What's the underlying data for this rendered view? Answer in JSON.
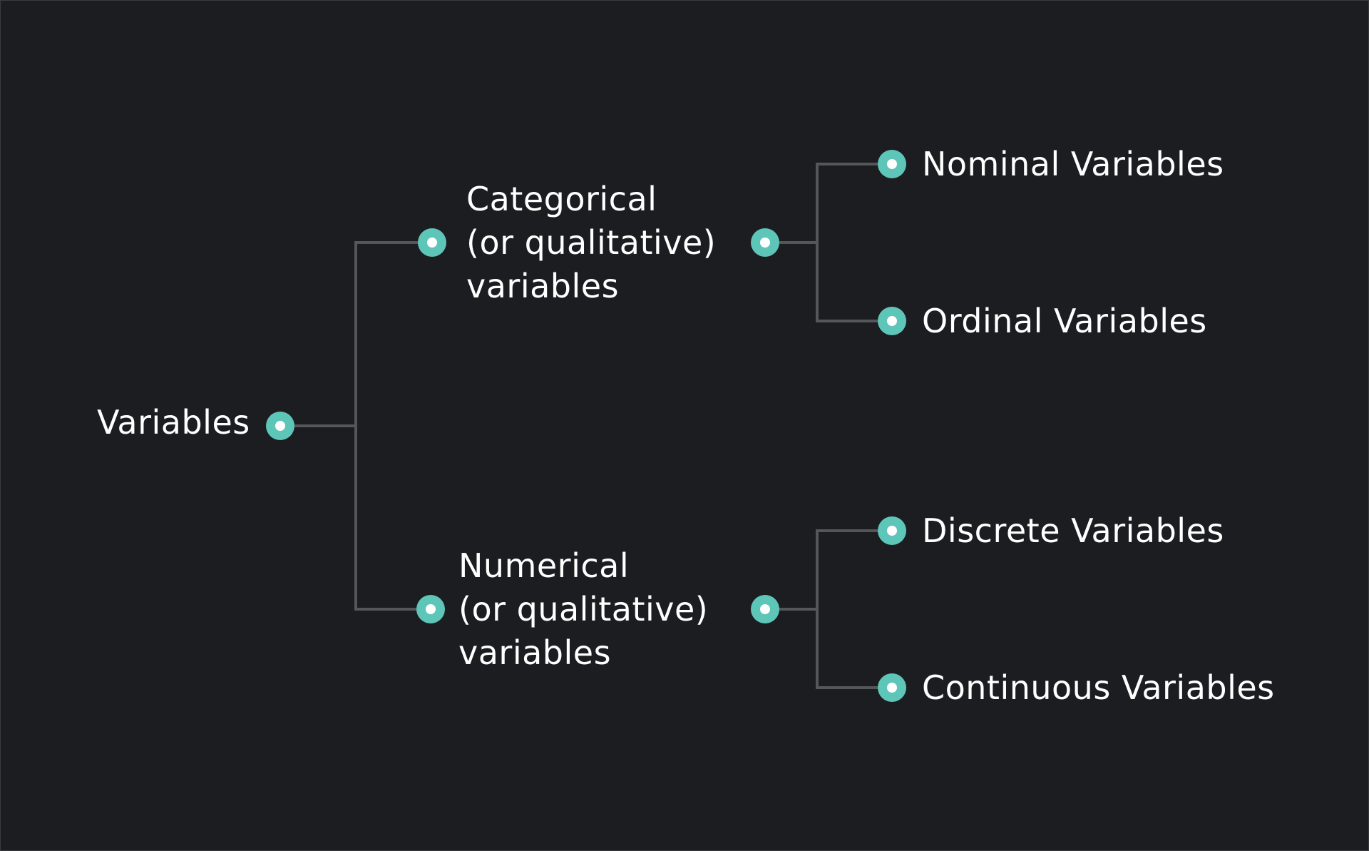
{
  "colors": {
    "background": "#1c1d20",
    "connector": "#55565a",
    "node": "#5ec6b8",
    "node_center": "#ffffff",
    "text": "#ffffff"
  },
  "root": {
    "label": "Variables"
  },
  "branches": [
    {
      "lines": [
        "Categorical",
        "(or qualitative)",
        "variables"
      ],
      "children": [
        "Nominal Variables",
        "Ordinal Variables"
      ]
    },
    {
      "lines": [
        "Numerical",
        "(or qualitative)",
        "variables"
      ],
      "children": [
        "Discrete Variables",
        "Continuous Variables"
      ]
    }
  ]
}
